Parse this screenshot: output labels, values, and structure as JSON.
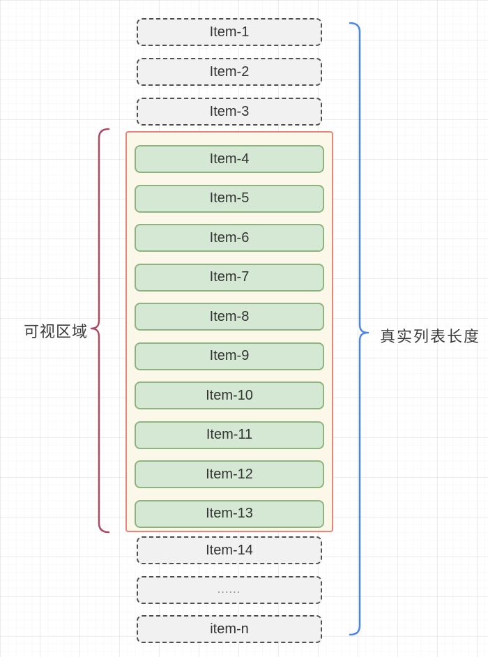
{
  "diagram_title": "virtual-list-visible-area-diagram",
  "labels": {
    "visible_area": "可视区域",
    "real_list_length": "真实列表长度"
  },
  "list": {
    "above_items": [
      {
        "label": "Item-1"
      },
      {
        "label": "Item-2"
      },
      {
        "label": "Item-3"
      }
    ],
    "visible_items": [
      {
        "label": "Item-4"
      },
      {
        "label": "Item-5"
      },
      {
        "label": "Item-6"
      },
      {
        "label": "Item-7"
      },
      {
        "label": "Item-8"
      },
      {
        "label": "Item-9"
      },
      {
        "label": "Item-10"
      },
      {
        "label": "Item-11"
      },
      {
        "label": "Item-12"
      },
      {
        "label": "Item-13"
      }
    ],
    "below_items": [
      {
        "label": "Item-14"
      },
      {
        "label": "......",
        "muted": true
      },
      {
        "label": "item-n"
      }
    ]
  },
  "colors": {
    "green_fill": "#d5e8d4",
    "green_border": "#8cb380",
    "gray_fill": "#f1f1f1",
    "gray_border": "#4f4f4f",
    "container_fill": "#fbf8ea",
    "container_border": "#e8837a",
    "left_bracket": "#ab4a63",
    "right_bracket": "#4a86e8",
    "text": "#333333",
    "muted": "#9a9a9a"
  }
}
